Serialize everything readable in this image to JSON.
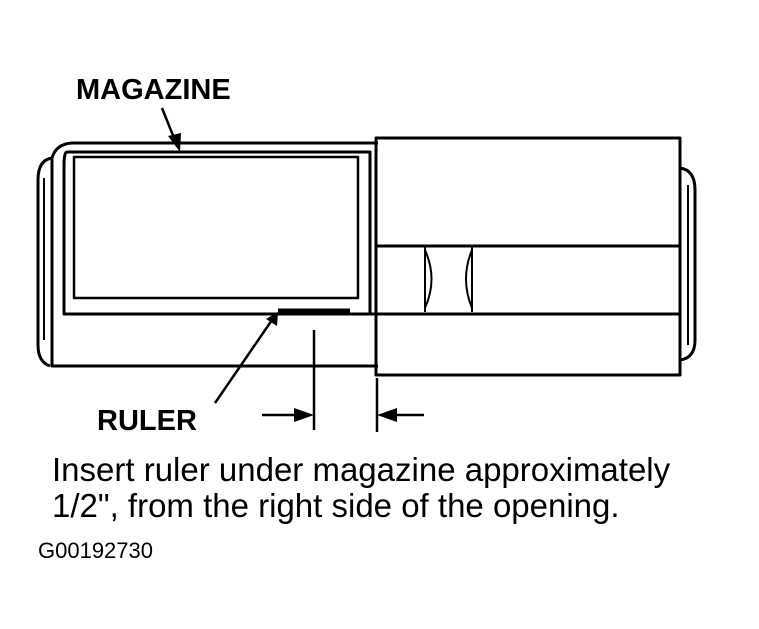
{
  "labels": {
    "magazine": "MAGAZINE",
    "ruler": "RULER"
  },
  "caption": {
    "line1": "Insert ruler under magazine approximately",
    "line2": "1/2\", from the right side of the opening."
  },
  "figure_id": "G00192730"
}
